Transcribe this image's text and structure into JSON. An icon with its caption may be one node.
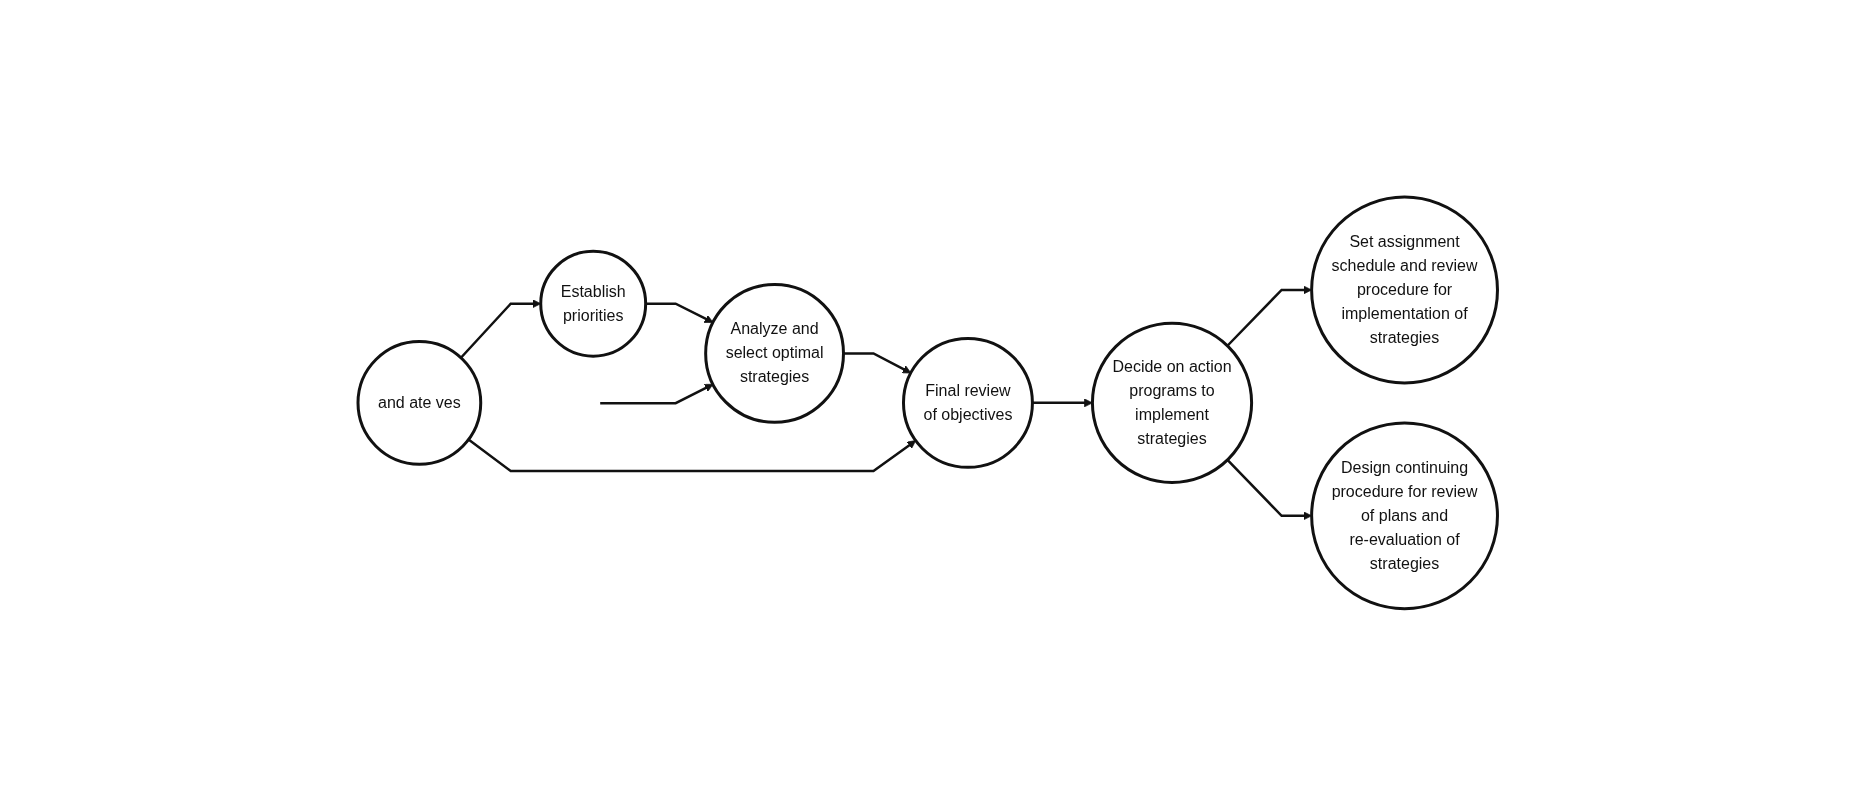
{
  "diagram": {
    "nodes": [
      {
        "text": [
          "and ate ves"
        ]
      },
      {
        "text": [
          "Establish priorities"
        ]
      },
      {
        "text": [
          "Analyze and select optimal strategies"
        ]
      },
      {
        "text": [
          "Final review of objectives"
        ]
      },
      {
        "text": [
          "Decide on action programs to implement strategies"
        ]
      },
      {
        "text": [
          "Set assignment schedule and review procedure for implementation of strategies"
        ]
      },
      {
        "text": [
          "Design continuing procedure for review of plans and re-evaluation of strategies"
        ]
      }
    ],
    "edges": [
      {
        "from": 0,
        "to": 1,
        "arrow": "to"
      },
      {
        "from": 1,
        "to": 2,
        "arrow": "to"
      },
      {
        "from": 2,
        "to": 3,
        "arrow": "to"
      },
      {
        "from": 3,
        "to": 4,
        "arrow": "to"
      },
      {
        "from": 4,
        "to": 5,
        "arrow": "to"
      },
      {
        "from": 4,
        "to": 6,
        "arrow": "to"
      },
      {
        "from": 0,
        "to": 3,
        "arrow": "to"
      },
      {
        "from": null,
        "to": 2,
        "arrow": "to"
      }
    ]
  }
}
